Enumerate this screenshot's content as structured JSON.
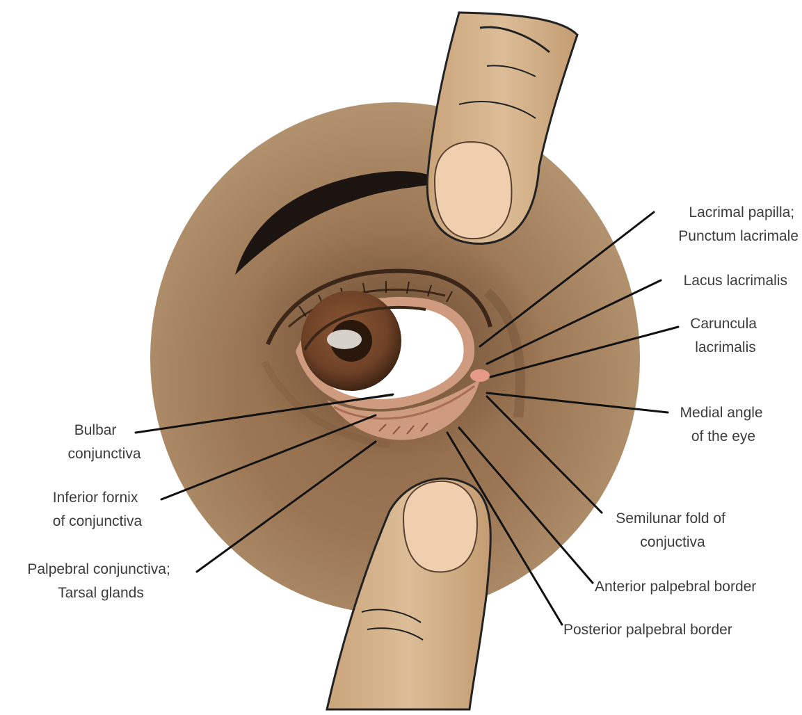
{
  "colors": {
    "skin_face": "#9b7654",
    "skin_face_edge": "#b3936f",
    "skin_finger": "#d6b48c",
    "nail": "#f0cfae",
    "iris": "#6e4126",
    "pupil": "#2a170c",
    "sclera": "#ffffff",
    "eyebrow": "#1b1410",
    "lid_rim": "#cf9b7f",
    "caruncle": "#e59a86",
    "leader": "#111111",
    "label_text": "#3c3c3c"
  },
  "labels": {
    "lacrimal_papilla": [
      "Lacrimal papilla;",
      "Punctum lacrimale"
    ],
    "lacus_lacrimalis": [
      "Lacus lacrimalis"
    ],
    "caruncula": [
      "Caruncula",
      "lacrimalis"
    ],
    "medial_angle": [
      "Medial angle",
      "of the eye"
    ],
    "semilunar_fold": [
      "Semilunar fold of",
      "conjuctiva"
    ],
    "anterior_border": [
      "Anterior palpebral border"
    ],
    "posterior_border": [
      "Posterior palpebral border"
    ],
    "bulbar": [
      "Bulbar",
      "conjunctiva"
    ],
    "inferior_fornix": [
      "Inferior fornix",
      "of conjunctiva"
    ],
    "palpebral_conj": [
      "Palpebral conjunctiva;",
      "Tarsal glands"
    ]
  },
  "icons": {
    "top_finger": "finger-pressing-upper-lid",
    "bottom_finger": "finger-pulling-lower-lid",
    "eye": "everted-eye-illustration"
  }
}
